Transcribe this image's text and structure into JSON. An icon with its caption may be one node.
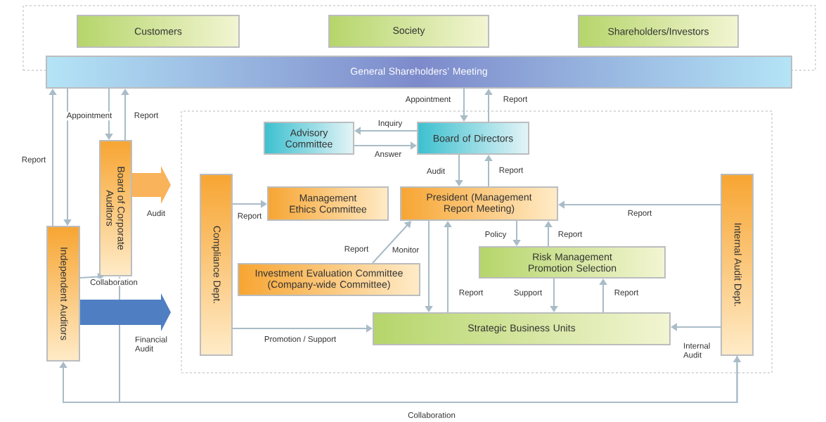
{
  "diagram": {
    "nodes": [
      {
        "text": [],
        "shape": "box"
      },
      {
        "text": [
          "Customers"
        ],
        "in": 0
      },
      {
        "text": [
          "Society"
        ],
        "in": 0
      },
      {
        "text": [
          "Shareholders/Investors"
        ],
        "in": 0
      },
      {
        "text": [
          "General Shareholders’ Meeting"
        ]
      },
      {
        "text": [
          "Board of Corporate Auditors"
        ]
      },
      {
        "text": [
          "Independent Auditors"
        ]
      },
      {
        "text": [],
        "shape": "box"
      },
      {
        "text": [
          "Advisory Committee"
        ],
        "in": 7
      },
      {
        "text": [
          "Board of Directors"
        ],
        "in": 7
      },
      {
        "text": [
          "Compliance Dept."
        ],
        "in": 7
      },
      {
        "text": [
          "Management Ethics Committee"
        ],
        "in": 7
      },
      {
        "text": [
          "President (Management Report Meeting)"
        ],
        "in": 7
      },
      {
        "text": [
          "Investment Evaluation Committee (Company-wide Committee)"
        ],
        "in": 7
      },
      {
        "text": [
          "Risk Management Promotion Selection"
        ],
        "in": 7
      },
      {
        "text": [
          "Strategic Business Units"
        ],
        "in": 7
      },
      {
        "text": [
          "Internal Audit Dept."
        ],
        "in": 7
      }
    ],
    "edges": [
      {
        "from": 4,
        "to": 5,
        "arrow": "to",
        "label": "Appointment"
      },
      {
        "from": 5,
        "to": 4,
        "arrow": "to",
        "label": "Report"
      },
      {
        "from": 4,
        "to": 6,
        "arrow": "to"
      },
      {
        "from": 6,
        "to": 4,
        "arrow": "to",
        "label": "Report"
      },
      {
        "from": 6,
        "to": 5,
        "arrow": "to",
        "label": "Collaboration"
      },
      {
        "from": 16,
        "to": 6,
        "arrow": "both",
        "label": "Collaboration"
      },
      {
        "from": 16,
        "to": 5,
        "arrow": "to"
      },
      {
        "from": 9,
        "to": 8,
        "arrow": "to",
        "label": "Inquiry"
      },
      {
        "from": 8,
        "to": 9,
        "arrow": "to",
        "label": "Answer"
      },
      {
        "from": 4,
        "to": 9,
        "arrow": "to",
        "label": "Appointment"
      },
      {
        "from": 9,
        "to": 4,
        "arrow": "to",
        "label": "Report"
      },
      {
        "from": 9,
        "to": 12,
        "arrow": "to",
        "label": "Audit"
      },
      {
        "from": 12,
        "to": 9,
        "arrow": "to",
        "label": "Report"
      },
      {
        "from": 10,
        "to": 11,
        "arrow": "to",
        "label": "Report"
      },
      {
        "from": 16,
        "to": 12,
        "arrow": "to",
        "label": "Report"
      },
      {
        "from": 13,
        "to": 12,
        "arrow": "to",
        "label": "Report"
      },
      {
        "from": 12,
        "to": 15,
        "arrow": "to"
      },
      {
        "from": 15,
        "to": 12,
        "arrow": "to",
        "label": "Report"
      },
      {
        "from": 12,
        "to": 14,
        "arrow": "to",
        "label": "Policy"
      },
      {
        "from": 14,
        "to": 12,
        "arrow": "to",
        "label": "Report"
      },
      {
        "from": 14,
        "to": 15,
        "arrow": "to",
        "label": "Support"
      },
      {
        "from": 15,
        "to": 14,
        "arrow": "to",
        "label": "Report"
      },
      {
        "from": 10,
        "to": 15,
        "arrow": "to",
        "label": "Promotion / Support"
      },
      {
        "from": 16,
        "to": 15,
        "arrow": "to",
        "label": "Internal Audit"
      },
      {
        "from": 5,
        "to": null,
        "arrow": "to",
        "label": "Audit",
        "style": "thick",
        "color": "#f9b35a"
      },
      {
        "from": 6,
        "to": null,
        "arrow": "to",
        "label": "Financial Audit",
        "style": "thick",
        "color": "#4f7fc2"
      }
    ],
    "labels": [
      "Monitor"
    ]
  }
}
